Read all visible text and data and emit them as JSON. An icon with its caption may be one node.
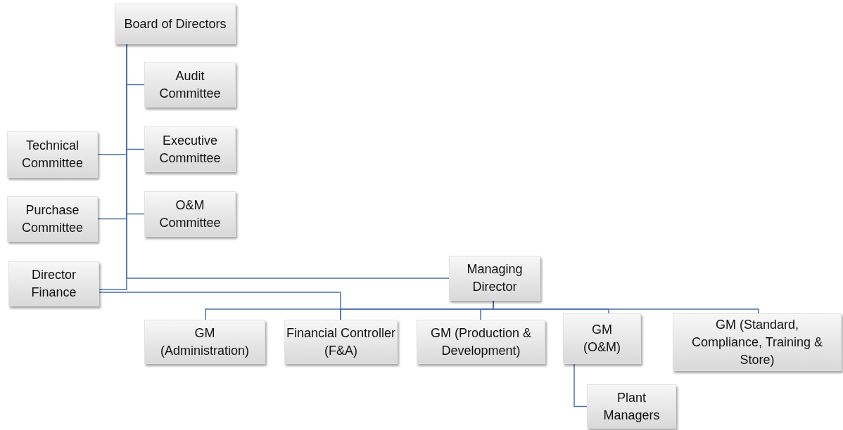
{
  "diagram": {
    "nodes": [
      {
        "text": [
          "Board of Directors"
        ]
      },
      {
        "text": [
          "Audit Committee"
        ]
      },
      {
        "text": [
          "Executive Committee"
        ]
      },
      {
        "text": [
          "Technical Committee"
        ]
      },
      {
        "text": [
          "Purchase Committee"
        ]
      },
      {
        "text": [
          "O&M Committee"
        ]
      },
      {
        "text": [
          "Director Finance"
        ]
      },
      {
        "text": [
          "Managing Director"
        ]
      },
      {
        "text": [
          "GM (Administration)"
        ]
      },
      {
        "text": [
          "Financial Controller (F&A)"
        ]
      },
      {
        "text": [
          "GM (Production & Development)"
        ]
      },
      {
        "text": [
          "GM (O&M)"
        ]
      },
      {
        "text": [
          "GM (Standard, Compliance, Training & Store)"
        ]
      },
      {
        "text": [
          "Plant Managers"
        ]
      }
    ],
    "edges": [
      {
        "from": 0,
        "to": 1,
        "arrow": "none"
      },
      {
        "from": 0,
        "to": 2,
        "arrow": "none"
      },
      {
        "from": 0,
        "to": 3,
        "arrow": "none"
      },
      {
        "from": 0,
        "to": 4,
        "arrow": "none"
      },
      {
        "from": 0,
        "to": 5,
        "arrow": "none"
      },
      {
        "from": 0,
        "to": 6,
        "arrow": "none"
      },
      {
        "from": 0,
        "to": 7,
        "arrow": "none"
      },
      {
        "from": 6,
        "to": 9,
        "arrow": "none"
      },
      {
        "from": 7,
        "to": 8,
        "arrow": "none"
      },
      {
        "from": 7,
        "to": 9,
        "arrow": "none"
      },
      {
        "from": 7,
        "to": 10,
        "arrow": "none"
      },
      {
        "from": 7,
        "to": 11,
        "arrow": "none"
      },
      {
        "from": 7,
        "to": 12,
        "arrow": "none"
      },
      {
        "from": 11,
        "to": 13,
        "arrow": "none"
      }
    ]
  }
}
